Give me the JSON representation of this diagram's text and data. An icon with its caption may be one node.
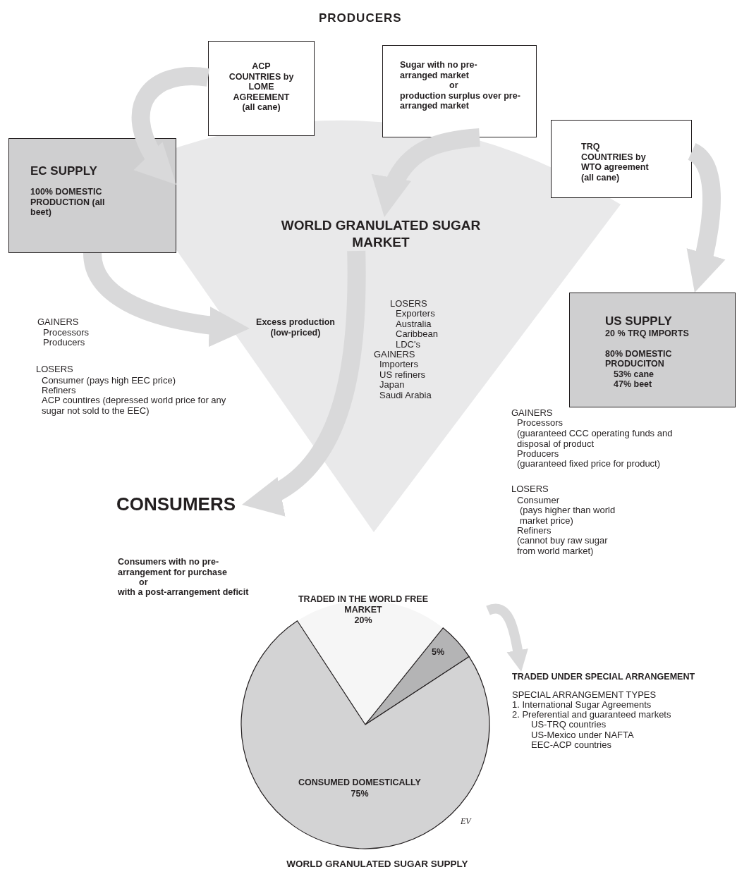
{
  "diagram": {
    "nodes": [
      {
        "text": [
          "ACP COUNTRIES by LOME AGREEMENT (all cane)"
        ]
      },
      {
        "text": [
          "Sugar with no pre-arranged market",
          "or",
          "production surplus over pre-arranged market"
        ]
      },
      {
        "text": [
          "TRQ COUNTRIES by WTO agreement (all cane)"
        ]
      },
      {
        "text": [
          "EC SUPPLY",
          "100% DOMESTIC PRODUCTION (all beet)"
        ]
      },
      {
        "text": [
          "WORLD GRANULATED SUGAR MARKET"
        ]
      },
      {
        "text": [
          "US SUPPLY",
          "20 % TRQ IMPORTS",
          "80% DOMESTIC PRODUCITON",
          "53% cane",
          "47% beet"
        ]
      },
      {
        "text": [
          "CONSUMERS"
        ],
        "beside": [
          "Consumers with no pre-arrangement for purchase",
          "or",
          "with a post-arrangement deficit"
        ]
      },
      {
        "text": [
          "Excess production (low-priced)"
        ]
      },
      {
        "text": [
          "TRADED UNDER SPECIAL ARRANGEMENT"
        ]
      }
    ],
    "edges": [
      {
        "from": 0,
        "to": 3,
        "arrow": "to"
      },
      {
        "from": 1,
        "to": 4,
        "arrow": "to"
      },
      {
        "from": 2,
        "to": 5,
        "arrow": "to"
      },
      {
        "from": 3,
        "to": 7,
        "arrow": "to"
      },
      {
        "from": 4,
        "to": 6,
        "arrow": "to"
      },
      {
        "from": null,
        "to": 8,
        "arrow": "to"
      }
    ],
    "labels": [
      "PRODUCERS",
      "LOSERS",
      "Exporters",
      "Australia",
      "Caribbean",
      "LDC's",
      "GAINERS",
      "Importers",
      "US refiners",
      "Japan",
      "Saudi Arabia",
      "GAINERS",
      "Processors",
      "Producers",
      "LOSERS",
      "Consumer (pays high EEC price)",
      "Refiners",
      "ACP countires (depressed world price for any sugar not sold to the EEC)",
      "GAINERS",
      "Processors",
      "(guaranteed CCC operating funds and disposal of product",
      "Producers",
      "(guaranteed fixed price for product)",
      "LOSERS",
      "Consumer",
      "(pays higher than world market price)",
      "Refiners",
      "(cannot buy raw sugar from world market)",
      "EV",
      "SPECIAL ARRANGEMENT TYPES",
      "1. International Sugar Agreements",
      "2. Preferential and guaranteed markets",
      "US-TRQ countries",
      "US-Mexico under NAFTA",
      "EEC-ACP countries"
    ],
    "chart_data": {
      "type": "pie",
      "title": "WORLD GRANULATED SUGAR SUPPLY",
      "categories": [
        "TRADED IN THE WORLD FREE MARKET",
        null,
        "CONSUMED DOMESTICALLY"
      ],
      "values": [
        20,
        5,
        75
      ],
      "value_labels": [
        "20%",
        "5%",
        "75%"
      ]
    }
  }
}
